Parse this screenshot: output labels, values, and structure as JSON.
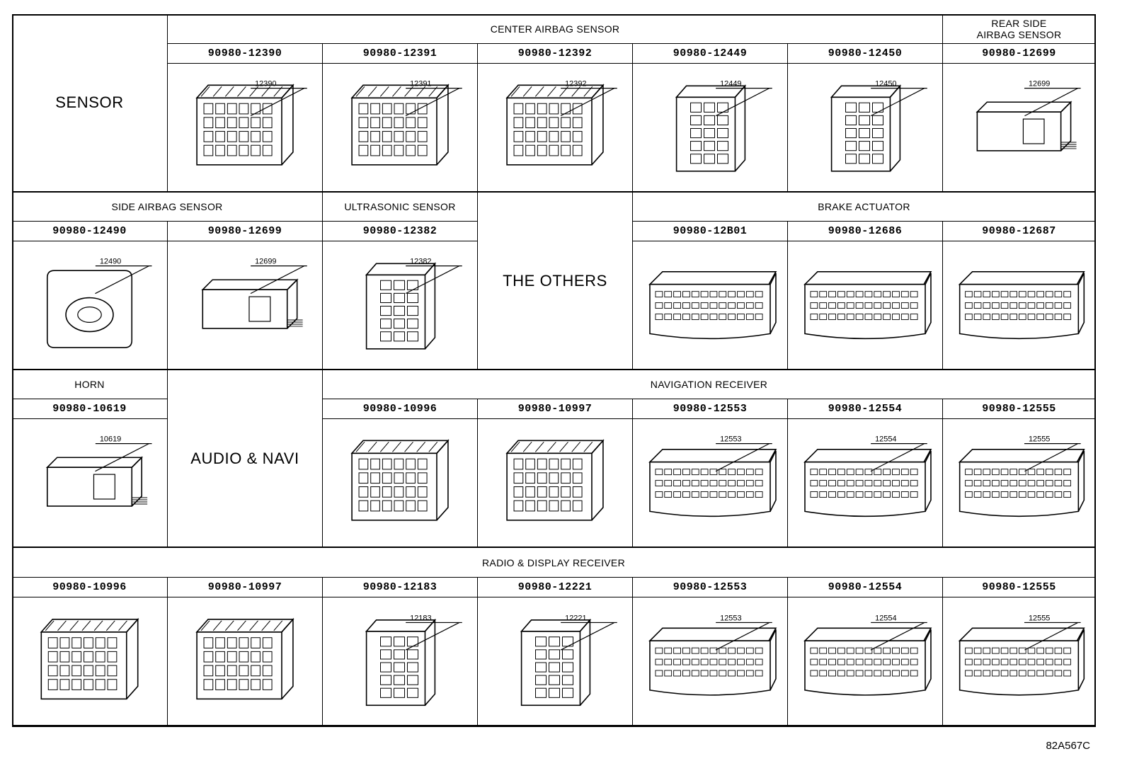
{
  "row1": {
    "sensor_label": "SENSOR",
    "center_header": "CENTER AIRBAG SENSOR",
    "rear_header_line1": "REAR SIDE",
    "rear_header_line2": "AIRBAG SENSOR",
    "parts": [
      {
        "pn": "90980-12390",
        "callout": "12390"
      },
      {
        "pn": "90980-12391",
        "callout": "12391"
      },
      {
        "pn": "90980-12392",
        "callout": "12392"
      },
      {
        "pn": "90980-12449",
        "callout": "12449"
      },
      {
        "pn": "90980-12450",
        "callout": "12450"
      },
      {
        "pn": "90980-12699",
        "callout": "12699"
      }
    ]
  },
  "row2": {
    "side_header": "SIDE AIRBAG SENSOR",
    "ultra_header": "ULTRASONIC SENSOR",
    "others_label": "THE OTHERS",
    "brake_header": "BRAKE ACTUATOR",
    "parts": [
      {
        "pn": "90980-12490",
        "callout": "12490"
      },
      {
        "pn": "90980-12699",
        "callout": "12699"
      },
      {
        "pn": "90980-12382",
        "callout": "12382"
      },
      {
        "pn": "90980-12B01",
        "callout": ""
      },
      {
        "pn": "90980-12686",
        "callout": ""
      },
      {
        "pn": "90980-12687",
        "callout": ""
      }
    ]
  },
  "row3": {
    "horn_header": "HORN",
    "audio_label": "AUDIO & NAVI",
    "nav_header": "NAVIGATION RECEIVER",
    "parts": [
      {
        "pn": "90980-10619",
        "callout": "10619"
      },
      {
        "pn": "90980-10996",
        "callout": ""
      },
      {
        "pn": "90980-10997",
        "callout": ""
      },
      {
        "pn": "90980-12553",
        "callout": "12553"
      },
      {
        "pn": "90980-12554",
        "callout": "12554"
      },
      {
        "pn": "90980-12555",
        "callout": "12555"
      }
    ]
  },
  "row4": {
    "radio_header": "RADIO & DISPLAY RECEIVER",
    "parts": [
      {
        "pn": "90980-10996",
        "callout": ""
      },
      {
        "pn": "90980-10997",
        "callout": ""
      },
      {
        "pn": "90980-12183",
        "callout": "12183"
      },
      {
        "pn": "90980-12221",
        "callout": "12221"
      },
      {
        "pn": "90980-12553",
        "callout": "12553"
      },
      {
        "pn": "90980-12554",
        "callout": "12554"
      },
      {
        "pn": "90980-12555",
        "callout": "12555"
      }
    ]
  },
  "figure_code": "82A567C"
}
